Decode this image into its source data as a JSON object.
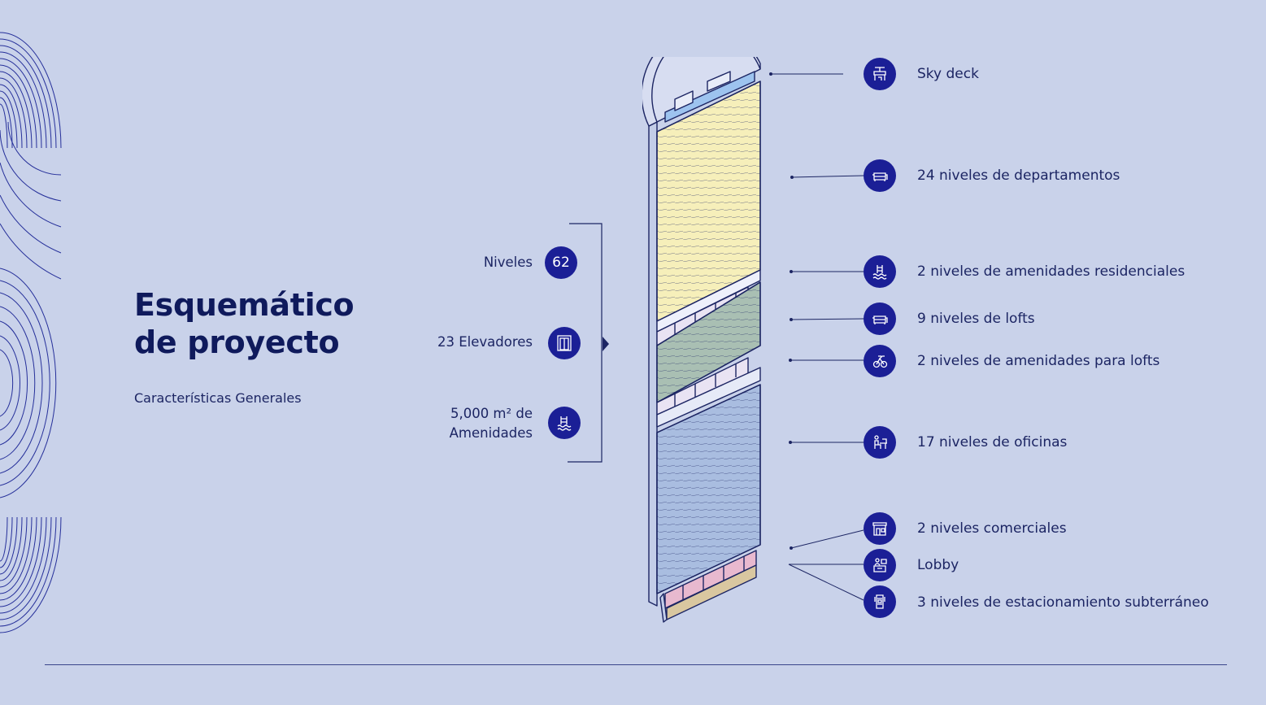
{
  "title": {
    "line1": "Esquemático",
    "line2": "de proyecto"
  },
  "subtitle": "Características Generales",
  "stats": {
    "levels_label": "Niveles",
    "levels_value": "62",
    "elevators_label": "23 Elevadores",
    "amenities_line1": "5,000 m² de",
    "amenities_line2": "Amenidades"
  },
  "features": [
    {
      "label": "Sky deck",
      "icon": "sky-deck-icon"
    },
    {
      "label": "24 niveles de departamentos",
      "icon": "sofa-icon"
    },
    {
      "label": "2 niveles de amenidades residenciales",
      "icon": "pool-icon"
    },
    {
      "label": "9 niveles de lofts",
      "icon": "sofa-icon"
    },
    {
      "label": "2 niveles de amenidades para lofts",
      "icon": "bike-icon"
    },
    {
      "label": "17 niveles de oficinas",
      "icon": "office-desk-icon"
    },
    {
      "label": "2 niveles comerciales",
      "icon": "storefront-icon"
    },
    {
      "label": "Lobby",
      "icon": "reception-icon"
    },
    {
      "label": "3 niveles de estacionamiento subterráneo",
      "icon": "car-icon"
    }
  ],
  "colors": {
    "background": "#c9d2ea",
    "accent": "#1b1f96",
    "text": "#1c2563",
    "apartments": "#f6efba",
    "lofts": "#a9bfb3",
    "offices": "#a9bde0",
    "retail": "#e8b9cf",
    "parking": "#d9c7a0"
  }
}
